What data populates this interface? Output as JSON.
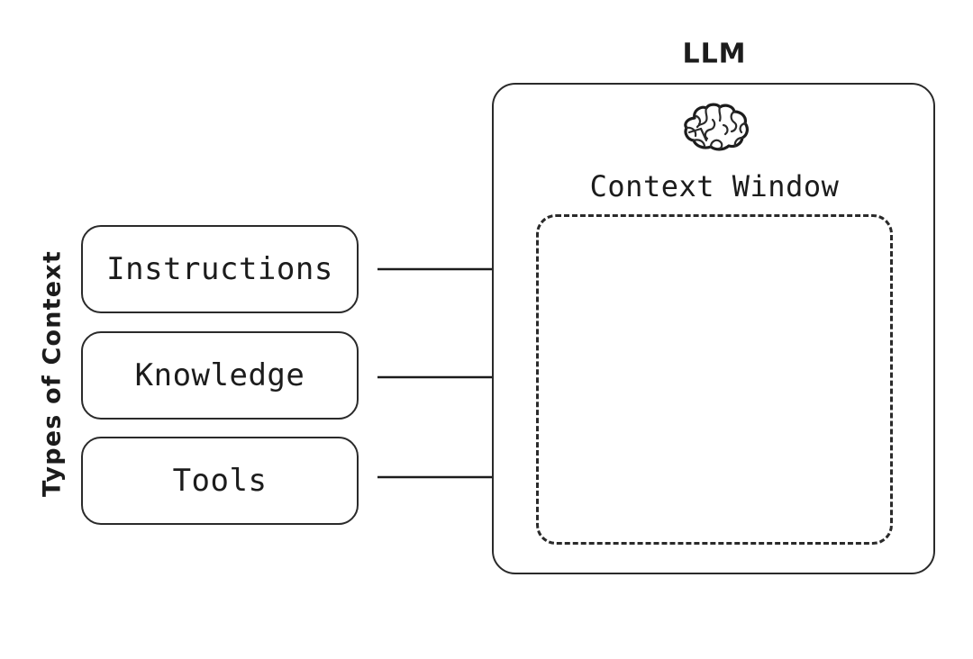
{
  "diagram": {
    "title": "LLM",
    "background_color": "#ffffff",
    "stroke_color": "#2a2a2a",
    "text_color": "#1c1c1c"
  },
  "left_group": {
    "axis_label": "Types of Context",
    "boxes": [
      {
        "label": "Instructions",
        "name": "instructions"
      },
      {
        "label": "Knowledge",
        "name": "knowledge"
      },
      {
        "label": "Tools",
        "name": "tools"
      }
    ]
  },
  "arrows": [
    {
      "from": "Instructions",
      "to": "Context Window"
    },
    {
      "from": "Knowledge",
      "to": "Context Window"
    },
    {
      "from": "Tools",
      "to": "Context Window"
    }
  ],
  "llm": {
    "title": "LLM",
    "icon": "brain-icon",
    "context_window": {
      "label": "Context Window",
      "border_style": "dashed",
      "content": ""
    }
  }
}
